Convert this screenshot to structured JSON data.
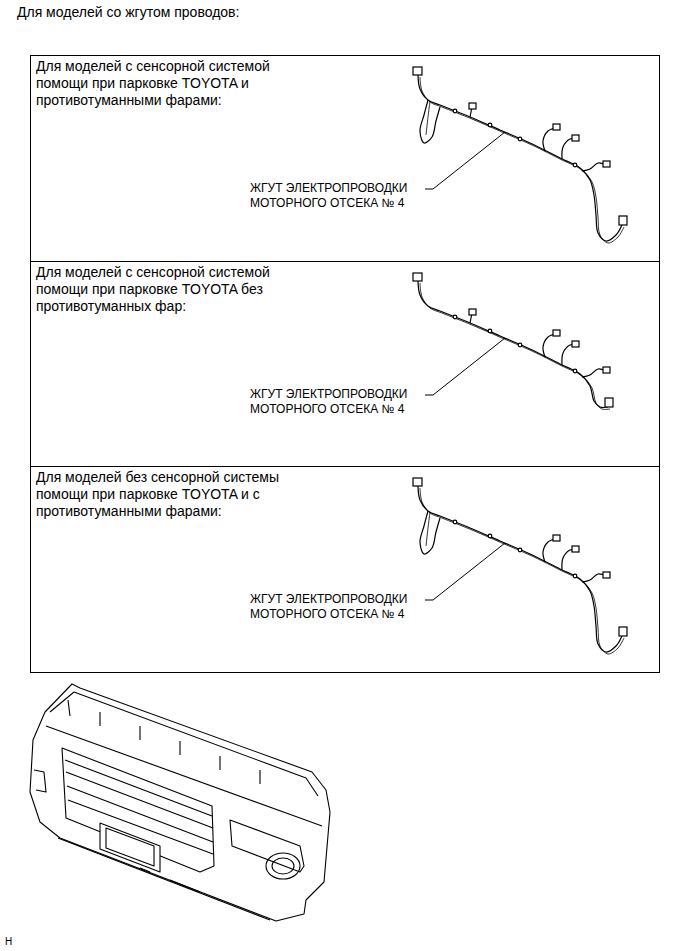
{
  "diagram": {
    "title": "Для моделей со жгутом проводов:",
    "nodes": [
      {
        "text": [
          "Для моделей с сенсорной системой помощи при парковке TOYOTA и противотуманными фарами:"
        ]
      },
      {
        "text": [
          "Для моделей с сенсорной системой помощи при парковке TOYOTA без противотуманных фар:"
        ]
      },
      {
        "text": [
          "Для моделей без сенсорной системы помощи при парковке TOYOTA и с противотуманными фарами:"
        ]
      }
    ],
    "labels": [
      "ЖГУТ ЭЛЕКТРОПРОВОДКИ МОТОРНОГО ОТСЕКА № 4",
      "ЖГУТ ЭЛЕКТРОПРОВОДКИ МОТОРНОГО ОТСЕКА № 4",
      "ЖГУТ ЭЛЕКТРОПРОВОДКИ МОТОРНОГО ОТСЕКА № 4",
      "H"
    ]
  }
}
